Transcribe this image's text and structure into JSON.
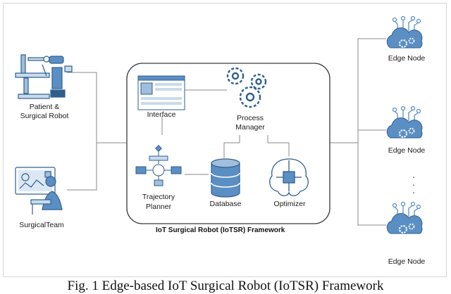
{
  "framework": {
    "title": "IoT Surgical Robot (IoTSR) Framework",
    "modules": {
      "interface": "Interface",
      "process_manager_line1": "Process",
      "process_manager_line2": "Manager",
      "trajectory_planner_line1": "Trajectory",
      "trajectory_planner_line2": "Planner",
      "database": "Database",
      "optimizer": "Optimizer"
    }
  },
  "left_actors": {
    "patient_line1": "Patient &",
    "patient_line2": "Surgical Robot",
    "surgical_team": "SurgicalTeam"
  },
  "edge_nodes": [
    "Edge Node",
    "Edge Node",
    "Edge Node"
  ],
  "ellipsis": "· · ·",
  "caption": "Fig. 1 Edge-based IoT Surgical Robot (IoTSR) Framework",
  "colors": {
    "icon_blue": "#5b8fc4",
    "icon_dark": "#2f5f8f",
    "line": "#8a8a8a",
    "frame_border": "#3a3a3a"
  }
}
